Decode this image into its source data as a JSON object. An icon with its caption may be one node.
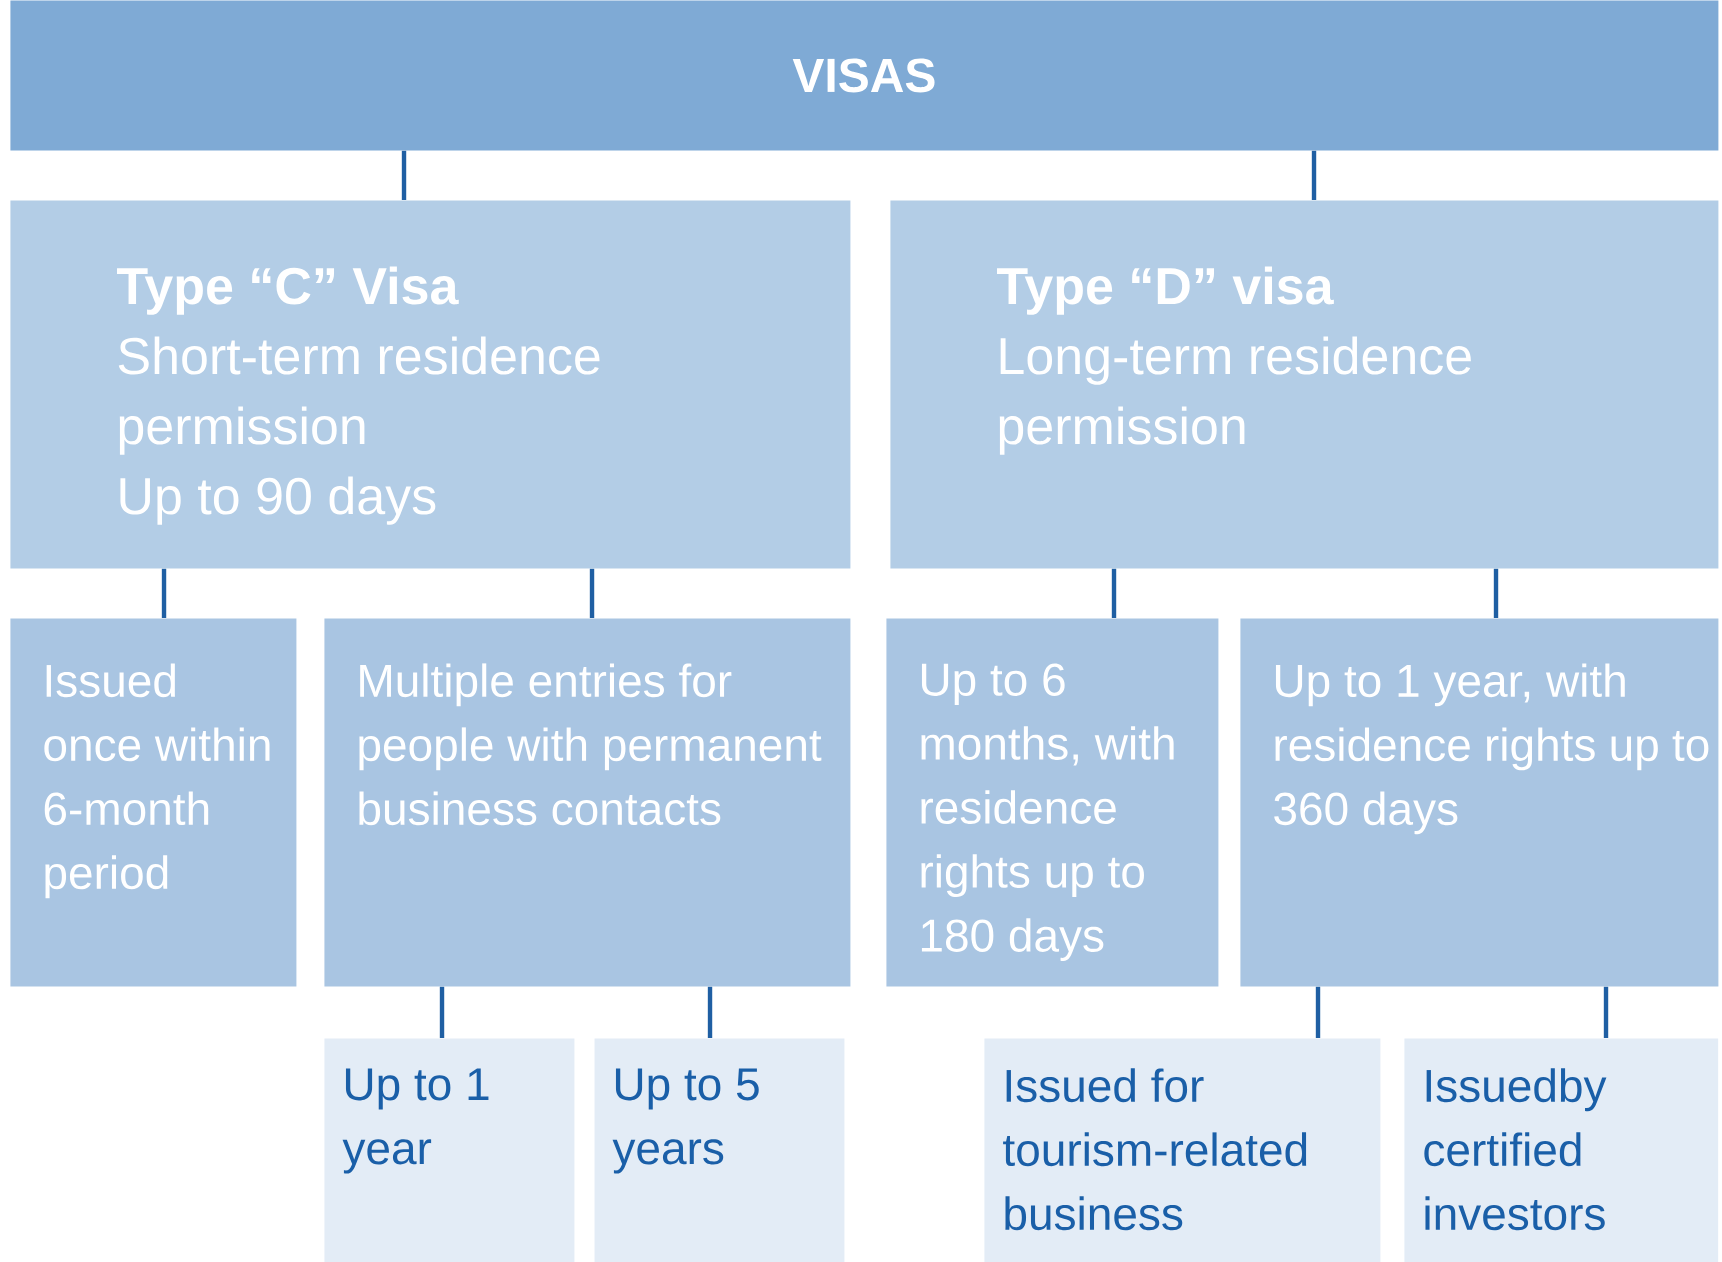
{
  "diagram": {
    "nodes": [
      {
        "text": [
          "VISAS"
        ]
      },
      {
        "text": [
          "Type “C” Visa",
          "Short-term residence permission",
          "Up to 90 days"
        ]
      },
      {
        "text": [
          "Type “D” visa",
          "Long-term residence permission"
        ]
      },
      {
        "text": [
          "Issued once within 6-month period"
        ]
      },
      {
        "text": [
          "Multiple entries for people with permanent business contacts"
        ]
      },
      {
        "text": [
          "Up to 6 months, with residence rights up to 180 days"
        ]
      },
      {
        "text": [
          "Up to 1 year, with residence rights up to 360 days"
        ]
      },
      {
        "text": [
          "Up to 1 year"
        ]
      },
      {
        "text": [
          "Up to 5 years"
        ]
      },
      {
        "text": [
          "Issued for tourism-related business"
        ]
      },
      {
        "text": [
          "Issuedby certified investors"
        ]
      }
    ],
    "edges": [
      {
        "from": 0,
        "to": 1,
        "arrow": "none"
      },
      {
        "from": 0,
        "to": 2,
        "arrow": "none"
      },
      {
        "from": 1,
        "to": 3,
        "arrow": "none"
      },
      {
        "from": 1,
        "to": 4,
        "arrow": "none"
      },
      {
        "from": 2,
        "to": 5,
        "arrow": "none"
      },
      {
        "from": 2,
        "to": 6,
        "arrow": "none"
      },
      {
        "from": 4,
        "to": 7,
        "arrow": "none"
      },
      {
        "from": 4,
        "to": 8,
        "arrow": "none"
      },
      {
        "from": 6,
        "to": 9,
        "arrow": "none"
      },
      {
        "from": 6,
        "to": 10,
        "arrow": "none"
      }
    ]
  }
}
